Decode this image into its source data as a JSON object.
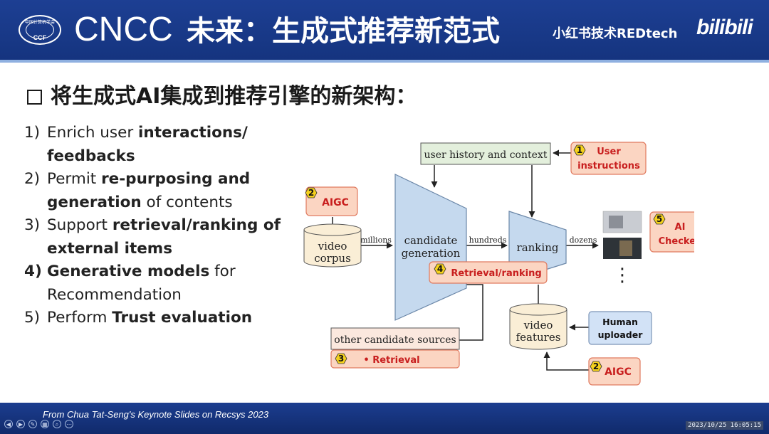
{
  "header": {
    "logo_top": "中国计算机学会",
    "logo_bottom": "CCF",
    "conference": "CNCC",
    "title": "未来：生成式推荐新范式",
    "brand": "小红书技术REDtech",
    "bili": "bilibili",
    "bg_color": "#1a3a8a"
  },
  "subtitle": "将生成式AI集成到推荐引擎的新架构：",
  "list": [
    {
      "num": "1)",
      "lines": [
        [
          {
            "t": "Enrich user "
          },
          {
            "t": "interactions/",
            "b": true
          }
        ],
        [
          {
            "t": "feedbacks",
            "b": true
          }
        ]
      ]
    },
    {
      "num": "2)",
      "lines": [
        [
          {
            "t": "Permit "
          },
          {
            "t": "re-purposing and",
            "b": true
          }
        ],
        [
          {
            "t": "generation",
            "b": true
          },
          {
            "t": " of contents"
          }
        ]
      ]
    },
    {
      "num": "3)",
      "lines": [
        [
          {
            "t": "Support "
          },
          {
            "t": "retrieval/ranking of",
            "b": true
          }
        ],
        [
          {
            "t": "external items",
            "b": true
          }
        ]
      ]
    },
    {
      "num": "4)",
      "num_bold": true,
      "lines": [
        [
          {
            "t": "Generative models",
            "b": true
          },
          {
            "t": " for"
          }
        ],
        [
          {
            "t": "Recommendation"
          }
        ]
      ]
    },
    {
      "num": "5)",
      "lines": [
        [
          {
            "t": "Perform "
          },
          {
            "t": "Trust evaluation",
            "b": true
          }
        ]
      ]
    }
  ],
  "diagram": {
    "user_history": "user history and context",
    "user_instructions_num": "1",
    "user_instructions_l1": "User",
    "user_instructions_l2": "instructions",
    "aigc_top_num": "2",
    "aigc_top": "AIGC",
    "video_corpus_l1": "video",
    "video_corpus_l2": "corpus",
    "millions": "millions",
    "candidate_l1": "candidate",
    "candidate_l2": "generation",
    "hundreds": "hundreds",
    "ranking": "ranking",
    "dozens": "dozens",
    "ai_checker_num": "5",
    "ai_checker_l1": "AI",
    "ai_checker_l2": "Checker",
    "retrieval_ranking_num": "4",
    "retrieval_ranking": "Retrieval/ranking",
    "other_sources": "other candidate sources",
    "retrieval_num": "3",
    "retrieval": "•  Retrieval",
    "video_features_l1": "video",
    "video_features_l2": "features",
    "human_l1": "Human",
    "human_l2": "uploader",
    "aigc_bottom_num": "2",
    "aigc_bottom": "AIGC",
    "ellipsis": "⋮",
    "colors": {
      "badge_fill": "#fbd5c2",
      "badge_border": "#e07a5f",
      "badge_text": "#c81e1e",
      "hex_fill": "#f5d11d",
      "funnel_fill": "#c5d9ee",
      "green_fill": "#e3efdc",
      "human_fill": "#d2e2f6"
    }
  },
  "footer": {
    "credit": "From Chua Tat-Seng's Keynote Slides on Recsys 2023",
    "clock": "2023/10/25 16:05:15"
  }
}
